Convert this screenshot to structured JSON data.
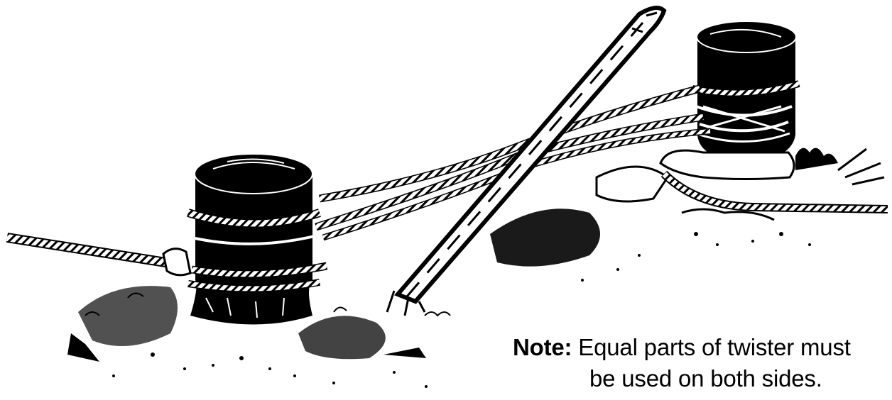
{
  "illustration": {
    "subject": "Two holdfast pickets lashed together with a rope twister and a twisting stick",
    "ink_color": "#000000",
    "paper_color": "#ffffff"
  },
  "note": {
    "label": "Note:",
    "line1": "Equal parts of twister must",
    "line2": "be used on both sides."
  }
}
